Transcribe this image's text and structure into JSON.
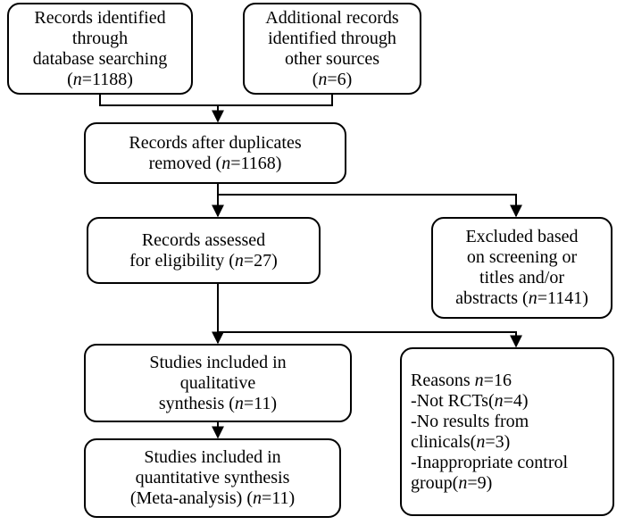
{
  "boxes": {
    "db_search": {
      "lines": [
        "Records identified",
        "through",
        "database searching"
      ],
      "n_prefix": "(",
      "n_label": "n",
      "n_value": "=1188)"
    },
    "other_sources": {
      "lines": [
        "Additional records",
        "identified through",
        "other sources"
      ],
      "n_prefix": "(",
      "n_label": "n",
      "n_value": "=6)"
    },
    "after_duplicates": {
      "line1": "Records after duplicates",
      "line2_prefix": "removed (",
      "n_label": "n",
      "n_value": "=1168)"
    },
    "assessed": {
      "line1": "Records assessed",
      "line2_prefix": "for eligibility (",
      "n_label": "n",
      "n_value": "=27)"
    },
    "excluded": {
      "lines": [
        "Excluded based",
        "on screening or",
        "titles and/or"
      ],
      "last_prefix": "abstracts (",
      "n_label": "n",
      "n_value": "=1141)"
    },
    "qualitative": {
      "lines": [
        "Studies included in",
        "qualitative"
      ],
      "last_prefix": "synthesis (",
      "n_label": "n",
      "n_value": "=11)"
    },
    "reasons": {
      "title_prefix": "Reasons ",
      "title_n": "n",
      "title_value": "=16",
      "item1_prefix": "-Not RCTs(",
      "item1_n": "n",
      "item1_value": "=4)",
      "item2_line1": "-No results from",
      "item2_prefix": "clinicals(",
      "item2_n": "n",
      "item2_value": "=3)",
      "item3_line1": "-Inappropriate control",
      "item3_prefix": "group(",
      "item3_n": "n",
      "item3_value": "=9)"
    },
    "quantitative": {
      "lines": [
        "Studies included in",
        "quantitative synthesis"
      ],
      "last_prefix": "(Meta-analysis) (",
      "n_label": "n",
      "n_value": "=11)"
    }
  }
}
